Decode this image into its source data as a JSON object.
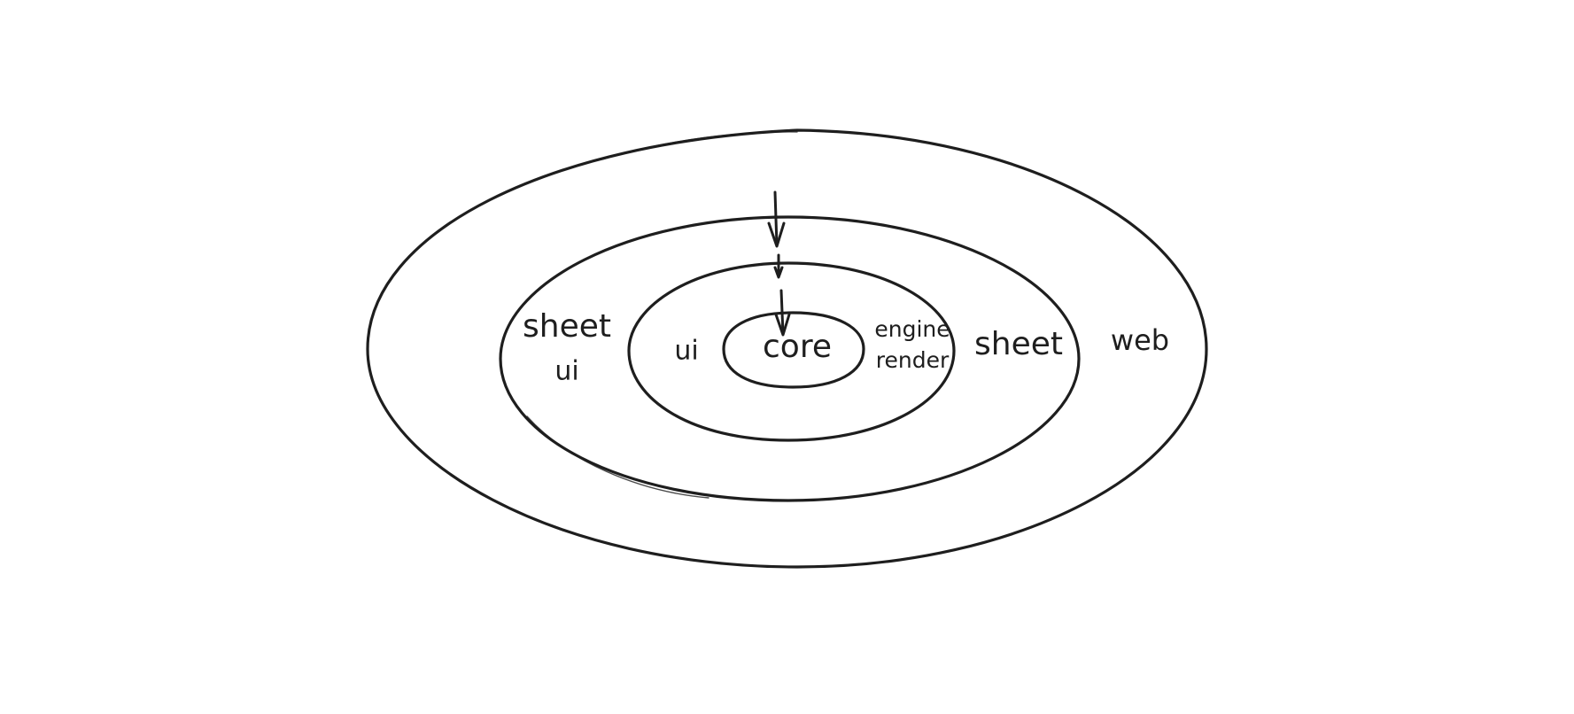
{
  "diagram": {
    "type": "nested-layers",
    "style": "hand-drawn",
    "stroke_color": "#1e1e1e",
    "background": "#ffffff",
    "layers": [
      {
        "id": "web",
        "labels": [
          "web"
        ]
      },
      {
        "id": "sheet",
        "labels": [
          "sheet",
          "ui",
          "sheet"
        ]
      },
      {
        "id": "inner",
        "labels": [
          "ui",
          "engine",
          "render"
        ]
      },
      {
        "id": "core",
        "labels": [
          "core"
        ]
      }
    ],
    "labels": {
      "web": "web",
      "sheet_left": "sheet",
      "sheet_left_sub": "ui",
      "sheet_right": "sheet",
      "ui": "ui",
      "engine": "engine",
      "render": "render",
      "core": "core"
    },
    "arrows": [
      {
        "from": "web",
        "to": "sheet",
        "direction": "down"
      },
      {
        "from": "sheet",
        "to": "inner",
        "direction": "down"
      },
      {
        "from": "inner",
        "to": "core",
        "direction": "down"
      }
    ]
  }
}
